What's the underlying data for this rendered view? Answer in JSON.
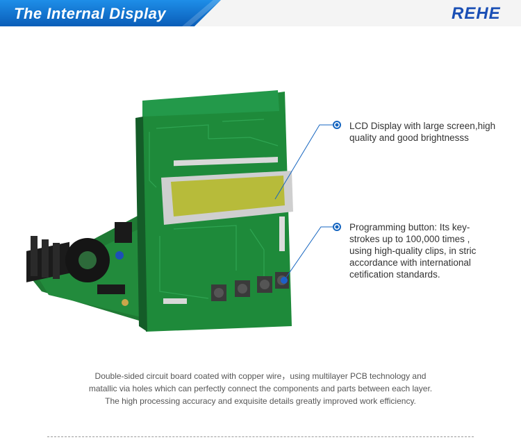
{
  "header": {
    "title": "The Internal Display",
    "brand": "REHE",
    "colors": {
      "tab_top": "#1e8ee8",
      "tab_bottom": "#0a5db8",
      "brand": "#1a4fb5"
    }
  },
  "illustration": {
    "description_icon": "circuit-board-image",
    "colors": {
      "pcb": "#1e8a3a",
      "lcd_screen": "#b7bb3a",
      "callout_marker": "#1565c0"
    }
  },
  "callouts": [
    {
      "lines": [
        "LCD Display with large screen,high",
        "quality and good brightnesss"
      ]
    },
    {
      "lines": [
        "Programming button:  Its key-",
        "strokes up to 100,000 times ,",
        "using high-quality clips, in stric",
        "accordance with international",
        "cetification standards."
      ]
    }
  ],
  "description": {
    "lines": [
      "Double-sided circuit board coated with copper wire，using multilayer PCB technology and",
      "matallic via holes which can perfectly connect the components and parts between each layer.",
      "The high processing accuracy and exquisite details greatly improved work efficiency."
    ]
  }
}
